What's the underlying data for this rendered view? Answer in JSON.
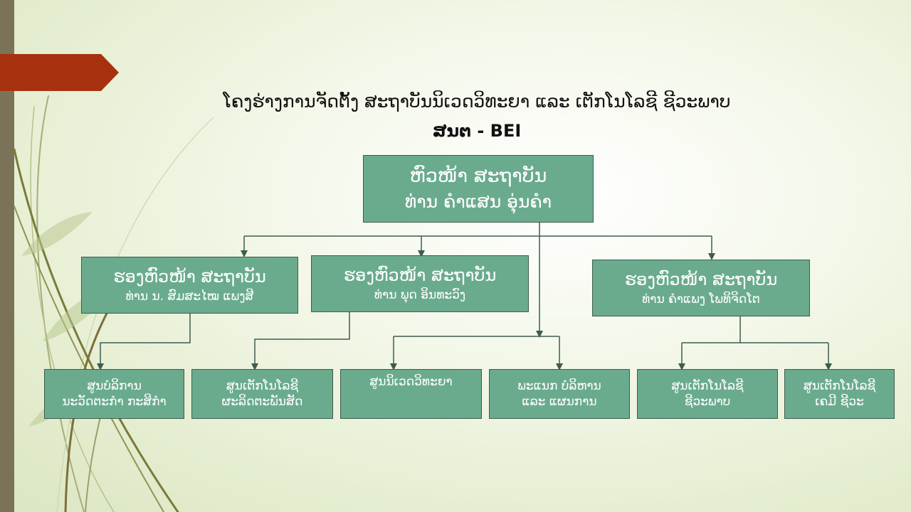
{
  "title": {
    "line1": "ໂຄງຮ່າງການຈັດຕັ້ງ ສະຖາບັນນິເວດວິທະຍາ ແລະ ເຕັກໂນໂລຊີ ຊີວະພາບ",
    "line2": "ສນຕ - BEI"
  },
  "colors": {
    "box_fill": "#6aab8e",
    "box_border": "#3e5c50",
    "connector": "#3e5c50",
    "accent_tab": "#a7310f"
  },
  "head": {
    "role": "ຫົວໜ້າ ສະຖາບັນ",
    "name": "ທ່ານ ຄຳແສນ ອຸ່ນຄຳ"
  },
  "deputies": [
    {
      "role": "ຮອງຫົວໜ້າ ສະຖາບັນ",
      "name": "ທ່ານ ນ. ສົມສະໄໝ ແພງສີ"
    },
    {
      "role": "ຮອງຫົວໜ້າ ສະຖາບັນ",
      "name": "ທ່ານ ພຸດ ອິນທະວົງ"
    },
    {
      "role": "ຮອງຫົວໜ້າ ສະຖາບັນ",
      "name": "ທ່ານ ຄຳແພງ ໂພທິຈິດໂຕ"
    }
  ],
  "units": [
    {
      "line1": "ສູນບໍລິການ",
      "line2": "ນະວັດຕະກຳ ກະສິກຳ"
    },
    {
      "line1": "ສູນເຕັກໂນໂລຊີ",
      "line2": "ຜະລິດຕະພັນສັດ"
    },
    {
      "line1": "ສູນນິເວດວິທະຍາ",
      "line2": ""
    },
    {
      "line1": "ພະແນກ ບໍລິຫານ",
      "line2": "ແລະ ແຜນການ"
    },
    {
      "line1": "ສູນເຕັກໂນໂລຊີ",
      "line2": "ຊີວະພາບ"
    },
    {
      "line1": "ສູນເຕັກໂນໂລຊີ",
      "line2": "ເຄມີ ຊີວະ"
    }
  ]
}
